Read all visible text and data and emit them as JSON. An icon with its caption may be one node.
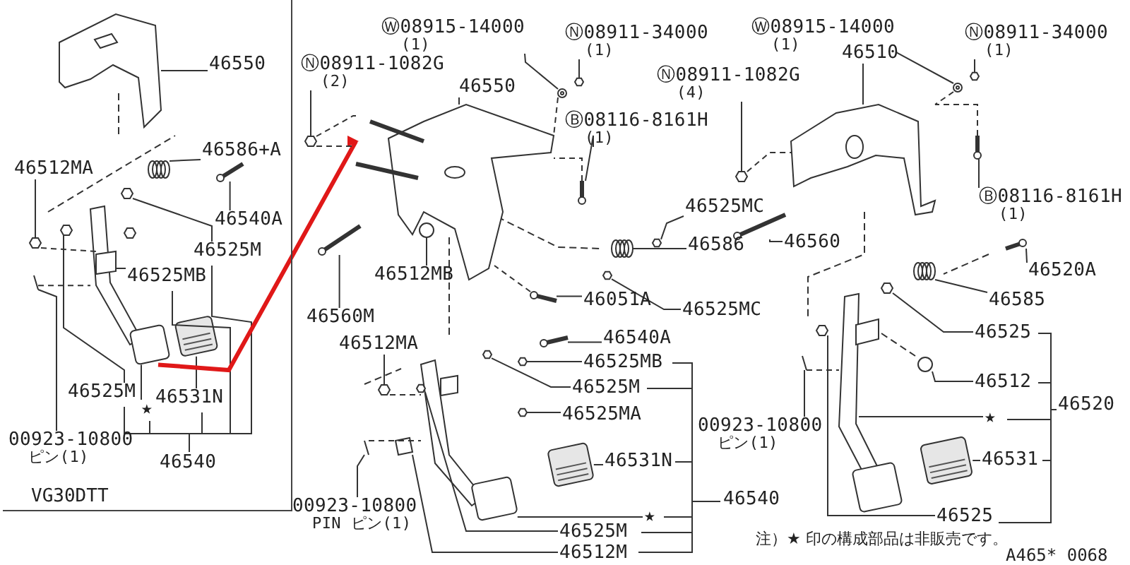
{
  "diagram": {
    "nodes": [
      {
        "text": [
          "VG30DTT"
        ]
      },
      {
        "text": [
          "46550"
        ],
        "in": 0
      },
      {
        "text": [
          "46512MA"
        ],
        "in": 0
      },
      {
        "text": [
          "46586+A"
        ],
        "in": 0
      },
      {
        "text": [
          "46540A"
        ],
        "in": 0
      },
      {
        "text": [
          "46525M"
        ],
        "in": 0
      },
      {
        "text": [
          "46525MB"
        ],
        "in": 0
      },
      {
        "text": [
          "46525M"
        ],
        "in": 0
      },
      {
        "text": [
          "46531N"
        ],
        "in": 0
      },
      {
        "text": [
          "★"
        ],
        "in": 0
      },
      {
        "text": [
          "00923-10800",
          "ピン(1)"
        ],
        "in": 0
      },
      {
        "text": [
          "46540"
        ],
        "in": 0
      },
      {
        "text": [
          "Ⓝ08911-1082G",
          "(2)"
        ]
      },
      {
        "text": [
          "Ⓦ08915-14000",
          "(1)"
        ]
      },
      {
        "text": [
          "Ⓝ08911-34000",
          "(1)"
        ]
      },
      {
        "text": [
          "46550"
        ]
      },
      {
        "text": [
          "Ⓝ08911-1082G",
          "(4)"
        ]
      },
      {
        "text": [
          "Ⓑ08116-8161H",
          "(1)"
        ]
      },
      {
        "text": [
          "46512MB"
        ]
      },
      {
        "text": [
          "46560M"
        ]
      },
      {
        "text": [
          "46512MA"
        ]
      },
      {
        "text": [
          "46525MC"
        ]
      },
      {
        "text": [
          "46586"
        ]
      },
      {
        "text": [
          "46051A"
        ]
      },
      {
        "text": [
          "46525MC"
        ]
      },
      {
        "text": [
          "46540A"
        ]
      },
      {
        "text": [
          "46525MB"
        ]
      },
      {
        "text": [
          "46525M"
        ]
      },
      {
        "text": [
          "46525MA"
        ]
      },
      {
        "text": [
          "46531N"
        ]
      },
      {
        "text": [
          "★"
        ]
      },
      {
        "text": [
          "46540"
        ]
      },
      {
        "text": [
          "46525M"
        ]
      },
      {
        "text": [
          "46512M"
        ]
      },
      {
        "text": [
          "00923-10800",
          "PIN ピン(1)"
        ]
      },
      {
        "text": [
          "Ⓦ08915-14000",
          "(1)"
        ]
      },
      {
        "text": [
          "Ⓝ08911-34000",
          "(1)"
        ]
      },
      {
        "text": [
          "46510"
        ]
      },
      {
        "text": [
          "Ⓑ08116-8161H",
          "(1)"
        ]
      },
      {
        "text": [
          "46560"
        ]
      },
      {
        "text": [
          "46520A"
        ]
      },
      {
        "text": [
          "46585"
        ]
      },
      {
        "text": [
          "46525"
        ]
      },
      {
        "text": [
          "46512"
        ]
      },
      {
        "text": [
          "★"
        ]
      },
      {
        "text": [
          "46520"
        ]
      },
      {
        "text": [
          "00923-10800",
          "ピン(1)"
        ]
      },
      {
        "text": [
          "46531"
        ]
      },
      {
        "text": [
          "46525"
        ]
      },
      {
        "text": [],
        "shape": "bracket",
        "in": 0
      },
      {
        "text": [],
        "shape": "nut",
        "in": 0
      },
      {
        "text": [],
        "shape": "spring",
        "in": 0
      },
      {
        "text": [],
        "shape": "bolt",
        "in": 0
      },
      {
        "text": [],
        "shape": "nut",
        "in": 0
      },
      {
        "text": [],
        "shape": "block",
        "in": 57
      },
      {
        "text": [],
        "shape": "nut",
        "in": 0
      },
      {
        "text": [],
        "shape": "pad",
        "in": 0
      },
      {
        "text": [],
        "shape": "pedal",
        "in": 0
      },
      {
        "text": [],
        "shape": "pin",
        "in": 0
      },
      {
        "text": [],
        "shape": "nut"
      },
      {
        "text": [],
        "shape": "washer"
      },
      {
        "text": [],
        "shape": "nut"
      },
      {
        "text": [],
        "shape": "bracket"
      },
      {
        "text": [],
        "shape": "nut"
      },
      {
        "text": [],
        "shape": "bolt"
      },
      {
        "text": [],
        "shape": "knob"
      },
      {
        "text": [],
        "shape": "bolt"
      },
      {
        "text": [],
        "shape": "nut"
      },
      {
        "text": [],
        "shape": "nut"
      },
      {
        "text": [],
        "shape": "spring"
      },
      {
        "text": [],
        "shape": "bolt"
      },
      {
        "text": [],
        "shape": "nut"
      },
      {
        "text": [],
        "shape": "bolt"
      },
      {
        "text": [],
        "shape": "nut"
      },
      {
        "text": [],
        "shape": "nut"
      },
      {
        "text": [],
        "shape": "nut"
      },
      {
        "text": [],
        "shape": "pad"
      },
      {
        "text": [],
        "shape": "pedal"
      },
      {
        "text": [],
        "shape": "nut"
      },
      {
        "text": [],
        "shape": "block"
      },
      {
        "text": [],
        "shape": "pin"
      },
      {
        "text": [],
        "shape": "washer"
      },
      {
        "text": [],
        "shape": "nut"
      },
      {
        "text": [],
        "shape": "bracket"
      },
      {
        "text": [],
        "shape": "bolt"
      },
      {
        "text": [],
        "shape": "bolt"
      },
      {
        "text": [],
        "shape": "bolt"
      },
      {
        "text": [],
        "shape": "spring"
      },
      {
        "text": [],
        "shape": "nut"
      },
      {
        "text": [],
        "shape": "knob"
      },
      {
        "text": [],
        "shape": "pedal"
      },
      {
        "text": [],
        "shape": "pin"
      },
      {
        "text": [],
        "shape": "pad"
      },
      {
        "text": [],
        "shape": "nut"
      }
    ],
    "edges": [
      {
        "from": 1,
        "to": 49,
        "arrow": "none"
      },
      {
        "from": 2,
        "to": 50,
        "arrow": "none"
      },
      {
        "from": 3,
        "to": 51,
        "arrow": "none"
      },
      {
        "from": 4,
        "to": 52,
        "arrow": "none"
      },
      {
        "from": 5,
        "to": 53,
        "arrow": "none"
      },
      {
        "from": 6,
        "to": 54,
        "arrow": "none"
      },
      {
        "from": 7,
        "to": 55,
        "arrow": "none"
      },
      {
        "from": 8,
        "to": 56,
        "arrow": "none"
      },
      {
        "from": 9,
        "to": 57,
        "arrow": "none"
      },
      {
        "from": 10,
        "to": 58,
        "arrow": "none"
      },
      {
        "from": 12,
        "to": 59,
        "arrow": "none"
      },
      {
        "from": 13,
        "to": 60,
        "arrow": "none"
      },
      {
        "from": 14,
        "to": 61,
        "arrow": "none"
      },
      {
        "from": 15,
        "to": 62,
        "arrow": "none"
      },
      {
        "from": 16,
        "to": 63,
        "arrow": "none"
      },
      {
        "from": 17,
        "to": 64,
        "arrow": "none"
      },
      {
        "from": 18,
        "to": 65,
        "arrow": "none"
      },
      {
        "from": 19,
        "to": 66,
        "arrow": "none"
      },
      {
        "from": 20,
        "to": 67,
        "arrow": "none"
      },
      {
        "from": 21,
        "to": 68,
        "arrow": "none"
      },
      {
        "from": 22,
        "to": 69,
        "arrow": "none"
      },
      {
        "from": 23,
        "to": 70,
        "arrow": "none"
      },
      {
        "from": 24,
        "to": 71,
        "arrow": "none"
      },
      {
        "from": 25,
        "to": 72,
        "arrow": "none"
      },
      {
        "from": 26,
        "to": 73,
        "arrow": "none"
      },
      {
        "from": 27,
        "to": 74,
        "arrow": "none"
      },
      {
        "from": 28,
        "to": 75,
        "arrow": "none"
      },
      {
        "from": 29,
        "to": 76,
        "arrow": "none"
      },
      {
        "from": 30,
        "to": 77,
        "arrow": "none"
      },
      {
        "from": 32,
        "to": 78,
        "arrow": "none"
      },
      {
        "from": 33,
        "to": 79,
        "arrow": "none"
      },
      {
        "from": 34,
        "to": 80,
        "arrow": "none"
      },
      {
        "from": 35,
        "to": 81,
        "arrow": "none"
      },
      {
        "from": 36,
        "to": 82,
        "arrow": "none"
      },
      {
        "from": 37,
        "to": 83,
        "arrow": "none"
      },
      {
        "from": 38,
        "to": 84,
        "arrow": "none"
      },
      {
        "from": 39,
        "to": 85,
        "arrow": "none"
      },
      {
        "from": 40,
        "to": 86,
        "arrow": "none"
      },
      {
        "from": 41,
        "to": 87,
        "arrow": "none"
      },
      {
        "from": 42,
        "to": 88,
        "arrow": "none"
      },
      {
        "from": 43,
        "to": 89,
        "arrow": "none"
      },
      {
        "from": 44,
        "to": 90,
        "arrow": "none"
      },
      {
        "from": 46,
        "to": 91,
        "arrow": "none"
      },
      {
        "from": 47,
        "to": 92,
        "arrow": "none"
      },
      {
        "from": 48,
        "to": 93,
        "arrow": "none"
      },
      {
        "from": 57,
        "to": 62,
        "arrow": "to",
        "style": "thick",
        "color": "#e01818"
      },
      {
        "from": 81,
        "to": 83,
        "arrow": "none",
        "style": "dashed"
      },
      {
        "from": 84,
        "to": 83,
        "arrow": "none",
        "style": "dashed"
      },
      {
        "from": 63,
        "to": 83,
        "arrow": "none",
        "style": "dashed"
      },
      {
        "from": 67,
        "to": 77,
        "arrow": "none",
        "style": "dashed"
      },
      {
        "from": 80,
        "to": 77,
        "arrow": "none",
        "style": "dashed"
      },
      {
        "from": 50,
        "to": 54,
        "arrow": "none",
        "style": "dashed"
      },
      {
        "from": 58,
        "to": 57,
        "arrow": "none",
        "style": "dashed"
      },
      {
        "from": 70,
        "to": 62,
        "arrow": "none",
        "style": "dashed"
      },
      {
        "from": 60,
        "to": 62,
        "arrow": "none",
        "style": "dashed"
      },
      {
        "from": 64,
        "to": 62,
        "arrow": "none",
        "style": "dashed"
      },
      {
        "from": 59,
        "to": 62,
        "arrow": "none",
        "style": "dashed"
      },
      {
        "from": 59,
        "to": 62,
        "arrow": "none",
        "style": "dashed"
      },
      {
        "from": 91,
        "to": 90,
        "arrow": "none",
        "style": "dashed"
      }
    ],
    "labels": [
      "注）★ 印の構成部品は非販売です。",
      "A465* 0068"
    ]
  }
}
